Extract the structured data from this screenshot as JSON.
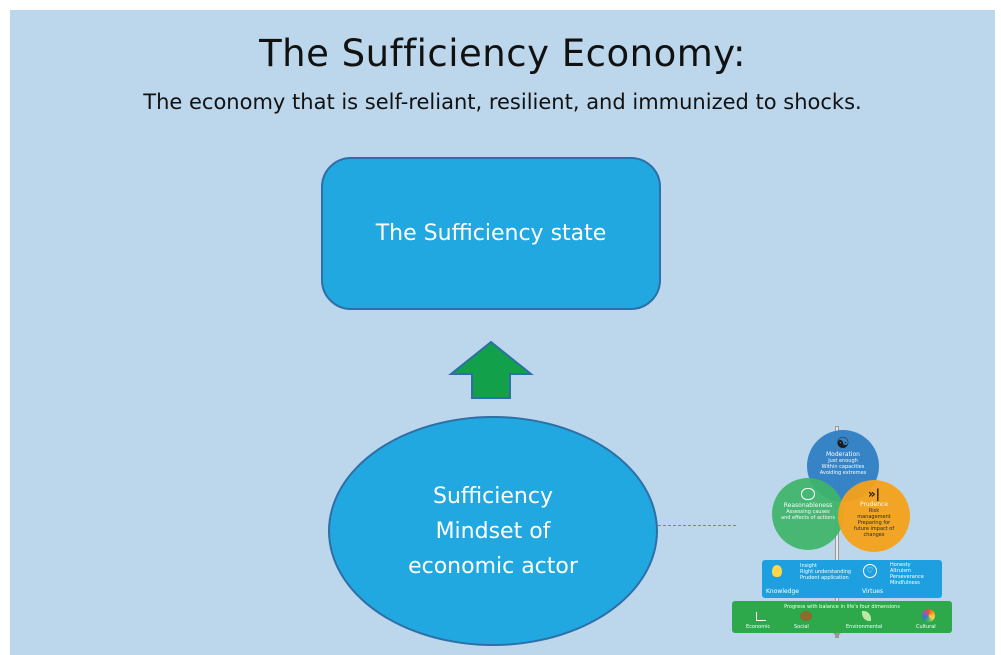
{
  "title": "The Sufficiency Economy:",
  "subtitle": "The economy that is self-reliant, resilient, and immunized to shocks.",
  "state_box": {
    "label": "The Sufficiency state"
  },
  "mindset": {
    "lines": [
      "Sufficiency",
      "Mindset of",
      "economic actor"
    ]
  },
  "pagoda": {
    "moderation": {
      "title": "Moderation",
      "items": [
        "Just enough",
        "Within capacities",
        "Avoiding extremes"
      ]
    },
    "reasonableness": {
      "title": "Reasonableness",
      "lines": [
        "Assessing causes",
        "and effects of actions"
      ]
    },
    "prudence": {
      "title": "Prudence",
      "items": [
        "Risk",
        "management"
      ],
      "lines": [
        "Preparing for",
        "future impact of",
        "changes"
      ]
    },
    "knowledge": {
      "title": "Knowledge",
      "items": [
        "Insight",
        "Right understanding",
        "Prudent application"
      ]
    },
    "virtues": {
      "title": "Virtues",
      "items": [
        "Honesty",
        "Altruism",
        "Perseverance",
        "Mindfulness"
      ]
    },
    "progress": {
      "caption": "Progress with balance in life's four dimensions",
      "dimensions": [
        "Economic",
        "Social",
        "Environmental",
        "Cultural"
      ]
    }
  },
  "colors": {
    "background": "#bcd7ec",
    "box_fill": "#22a8e0",
    "box_border": "#2d6fa6",
    "arrow_fill": "#12a04a",
    "moderation": "#2f7fc4",
    "reasonableness": "#3fb56a",
    "prudence": "#f5a21b",
    "knowledge_band": "#1ea0e0",
    "progress_band": "#2da84a"
  },
  "icons": [
    "arrow-up-icon",
    "yin-yang-icon",
    "brain-icon",
    "chevron-bars-icon",
    "lightbulb-icon",
    "heart-icon",
    "chart-icon",
    "hands-icon",
    "plant-icon",
    "flower-icon"
  ]
}
